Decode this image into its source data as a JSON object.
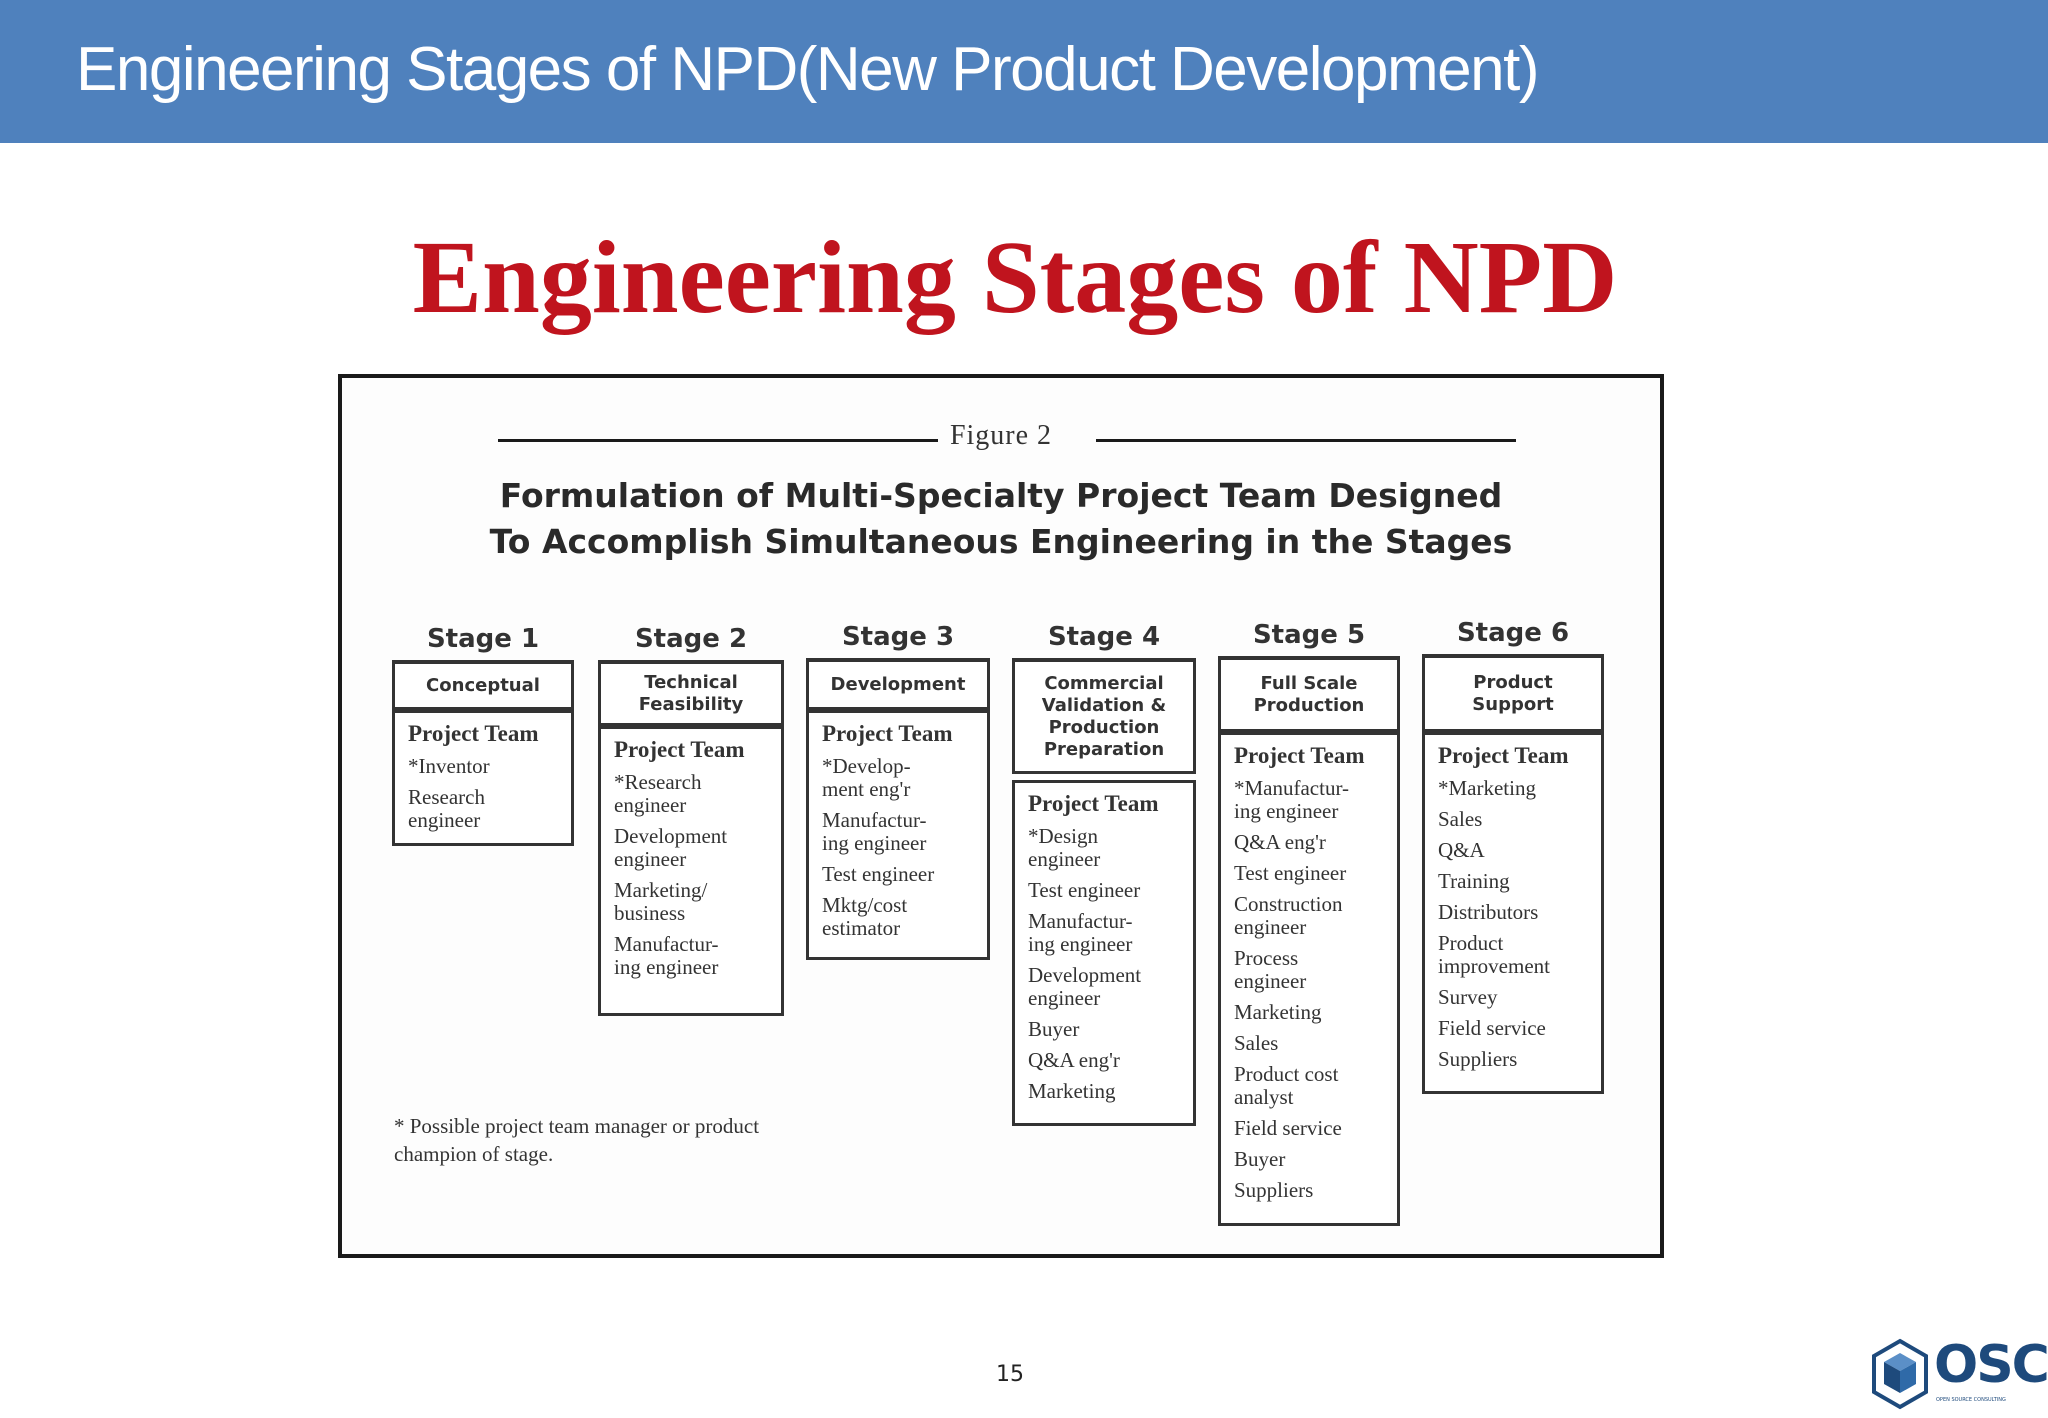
{
  "header": {
    "title": "Engineering Stages of NPD(New Product Development)"
  },
  "slide": {
    "title": "Engineering Stages of NPD",
    "page_number": "15"
  },
  "figure": {
    "label": "Figure 2",
    "heading_line1": "Formulation of Multi-Specialty Project Team Designed",
    "heading_line2": "To Accomplish Simultaneous Engineering in the Stages",
    "team_label": "Project Team",
    "stages": [
      {
        "title": "Stage 1",
        "phase": "Conceptual",
        "members": [
          "*Inventor",
          "Research\nengineer"
        ]
      },
      {
        "title": "Stage 2",
        "phase": "Technical\nFeasibility",
        "members": [
          "*Research\nengineer",
          "Development\nengineer",
          "Marketing/\nbusiness",
          "Manufactur-\ning engineer"
        ]
      },
      {
        "title": "Stage 3",
        "phase": "Development",
        "members": [
          "*Develop-\nment eng'r",
          "Manufactur-\ning engineer",
          "Test engineer",
          "Mktg/cost\nestimator"
        ]
      },
      {
        "title": "Stage 4",
        "phase": "Commercial\nValidation &\nProduction\nPreparation",
        "members": [
          "*Design\nengineer",
          "Test engineer",
          "Manufactur-\ning engineer",
          "Development\nengineer",
          "Buyer",
          "Q&A eng'r",
          "Marketing"
        ]
      },
      {
        "title": "Stage 5",
        "phase": "Full Scale\nProduction",
        "members": [
          "*Manufactur-\ning engineer",
          "Q&A eng'r",
          "Test engineer",
          "Construction\nengineer",
          "Process\nengineer",
          "Marketing",
          "Sales",
          "Product cost\nanalyst",
          "Field service",
          "Buyer",
          "Suppliers"
        ]
      },
      {
        "title": "Stage 6",
        "phase": "Product\nSupport",
        "members": [
          "*Marketing",
          "Sales",
          "Q&A",
          "Training",
          "Distributors",
          "Product\nimprovement",
          "Survey",
          "Field service",
          "Suppliers"
        ]
      }
    ],
    "footnote": "* Possible project team manager or product\n  champion of stage."
  },
  "logo": {
    "text": "OSC",
    "tagline": "OPEN SOURCE CONSULTING"
  },
  "colors": {
    "header_bg": "#4f81bd",
    "title_red": "#c0141e",
    "logo_blue": "#1e4a7c"
  }
}
